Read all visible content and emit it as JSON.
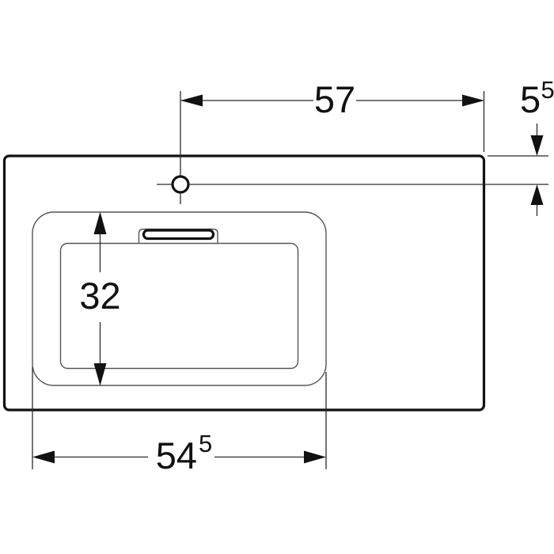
{
  "drawing": {
    "subject": "washbasin-countertop-top-view-dimension-drawing",
    "labels": {
      "d57": "57",
      "d55_main": "5",
      "d55_sup": "5",
      "d32": "32",
      "d545_main": "54",
      "d545_sup": "5"
    },
    "colors": {
      "outline": "#111111",
      "thin_line": "#555555",
      "dimension_line": "#2b2b2b",
      "text": "#111111",
      "background": "#ffffff"
    }
  }
}
